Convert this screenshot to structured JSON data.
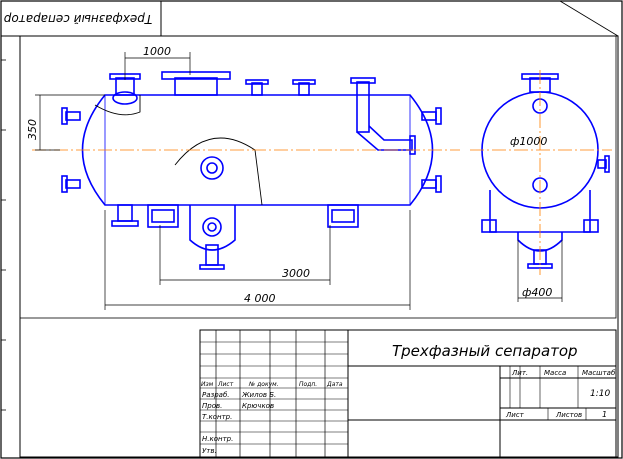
{
  "title_strip": {
    "mirrored_title": "Трехфазный сепаратор"
  },
  "dimensions": {
    "nozzle_spacing": "1000",
    "vessel_radius": "350",
    "support_spacing": "3000",
    "overall_length": "4 000",
    "shell_diameter": "ф1000",
    "sump_diameter": "ф400"
  },
  "title_block": {
    "drawing_title": "Трехфазный сепаратор",
    "headers": {
      "izm": "Изм",
      "list": "Лист",
      "doc_no": "№ докум.",
      "sign": "Подп.",
      "date": "Дата"
    },
    "rows": [
      {
        "role": "Разраб.",
        "name": "Жилов Б."
      },
      {
        "role": "Пров.",
        "name": "Крючков"
      },
      {
        "role": "Т.контр.",
        "name": ""
      },
      {
        "role": "",
        "name": ""
      },
      {
        "role": "Н.контр.",
        "name": ""
      },
      {
        "role": "Утв.",
        "name": ""
      }
    ],
    "stage_label": "Лит.",
    "mass_label": "Масса",
    "scale_label": "Масштаб",
    "scale_value": "1:10",
    "sheet_label": "Лист",
    "sheets_label": "Листов",
    "sheets_value": "1"
  },
  "colors": {
    "vessel": "#0000ff",
    "centerline": "#ff7f00",
    "lines": "#000000"
  }
}
